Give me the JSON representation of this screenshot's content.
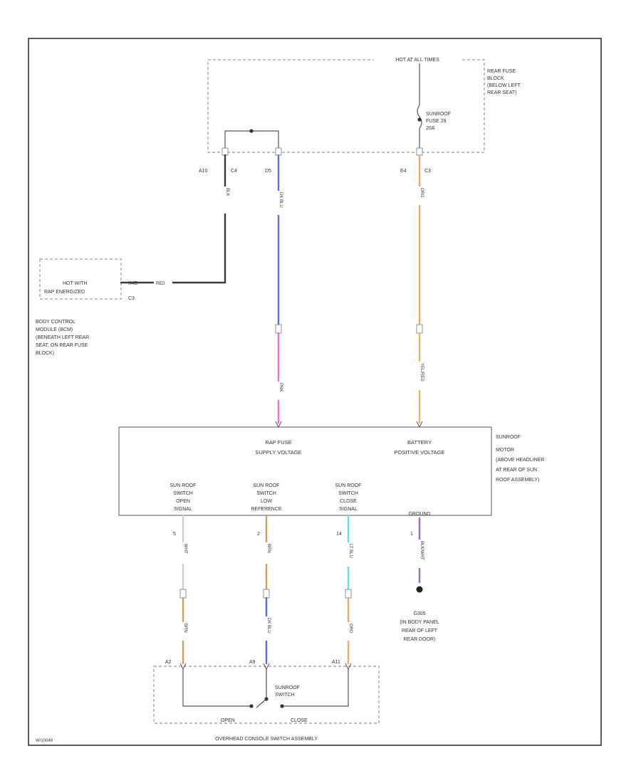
{
  "fuse_block": {
    "header": "HOT AT ALL TIMES",
    "name": [
      "REAR FUSE",
      "BLOCK",
      "(BELOW LEFT",
      "REAR SEAT)"
    ],
    "fuse": [
      "SUNROOF",
      "FUSE 28",
      "20A"
    ]
  },
  "pins": {
    "c4_left": "A10",
    "c4": "C4",
    "d5": "D5",
    "e4": "E4",
    "c3": "C3"
  },
  "bcm": {
    "text": [
      "HOT WITH",
      "RAP ENERGIZED"
    ],
    "pin": "X4B",
    "wire_label": "RED",
    "connector": "C3",
    "name": [
      "BODY CONTROL",
      "MODULE (BCM)",
      "(BENEATH LEFT REAR",
      "SEAT, ON REAR FUSE",
      "BLOCK)"
    ]
  },
  "wire_labels": {
    "c4_wire": "BLK",
    "rap_upper": "DK BLU",
    "battery_upper": "ORG",
    "rap_lower": "PNK",
    "battery_lower": "YEL/RED",
    "open_upper": "WHT",
    "low_ref_upper": "BRN",
    "close_upper": "LT BLU",
    "ground_wire": "BLK/WHT",
    "open_lower": "BRN",
    "low_ref_lower": "DK BLU",
    "close_lower": "ORG"
  },
  "motor": {
    "rap_label": [
      "RAP FUSE",
      "SUPPLY VOLTAGE"
    ],
    "battery_label": [
      "BATTERY",
      "POSITIVE VOLTAGE"
    ],
    "open_label": [
      "SUN ROOF",
      "SWITCH",
      "OPEN",
      "SIGNAL"
    ],
    "low_ref_label": [
      "SUN ROOF",
      "SWITCH",
      "LOW",
      "REFERENCE"
    ],
    "close_label": [
      "SUN ROOF",
      "SWITCH",
      "CLOSE",
      "SIGNAL"
    ],
    "ground_label": "GROUND",
    "name": [
      "SUNROOF",
      "MOTOR",
      "(ABOVE HEADLINER",
      "AT REAR OF SUN",
      "ROOF ASSEMBLY)"
    ],
    "pins": {
      "open": "5",
      "low_ref": "2",
      "close": "14",
      "ground": "1"
    }
  },
  "ground": {
    "name": [
      "G305",
      "(IN BODY PANEL",
      "REAR OF LEFT",
      "REAR DOOR)"
    ]
  },
  "switch": {
    "pins": {
      "left": "A2",
      "mid": "A9",
      "right": "A11"
    },
    "label": [
      "SUNROOF",
      "SWITCH"
    ],
    "open": "OPEN",
    "close": "CLOSE",
    "assembly": "OVERHEAD CONSOLE SWITCH ASSEMBLY"
  },
  "footer_code": "W/10049",
  "colors": {
    "frame": "#333333",
    "black_wire": "#3a3a3a",
    "dk_blue": "#5b6fe0",
    "orange": "#f5a66a",
    "pink": "#f06ae6",
    "yellow_red": "#f4b35a",
    "white": "#cfcfcf",
    "brown": "#c8a458",
    "lt_blue": "#5ce2e6",
    "blk_wht": "#9b6ab8"
  }
}
